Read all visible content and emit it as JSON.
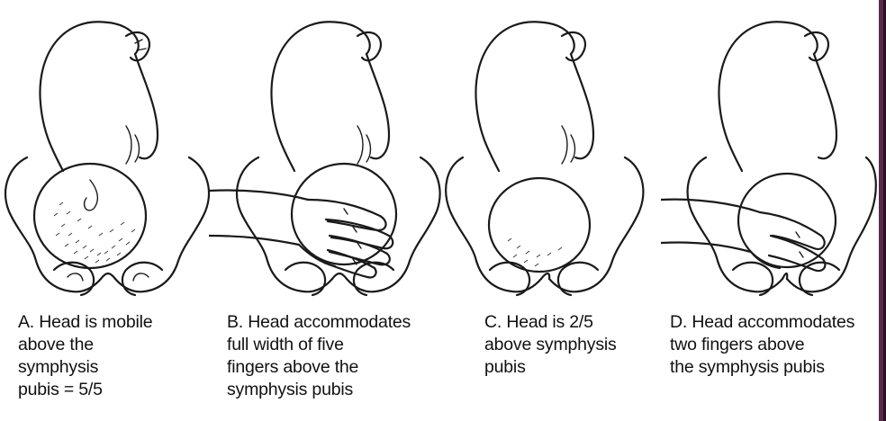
{
  "panels": [
    {
      "caption": "A. Head is mobile\n    above the\n    symphysis\n    pubis = 5/5",
      "hand": false,
      "hand_fingers": 0
    },
    {
      "caption": "B. Head accommodates\n    full width of five\n    fingers above the\n    symphysis pubis",
      "hand": true,
      "hand_fingers": 5
    },
    {
      "caption": "C. Head is 2/5\n    above symphysis\n    pubis",
      "hand": false,
      "hand_fingers": 0
    },
    {
      "caption": "D. Head accommodates\n    two fingers above\n    the symphysis pubis",
      "hand": true,
      "hand_fingers": 2
    }
  ],
  "colors": {
    "ink": "#1a1a1a",
    "edge_bar": "#5a2a4a"
  }
}
